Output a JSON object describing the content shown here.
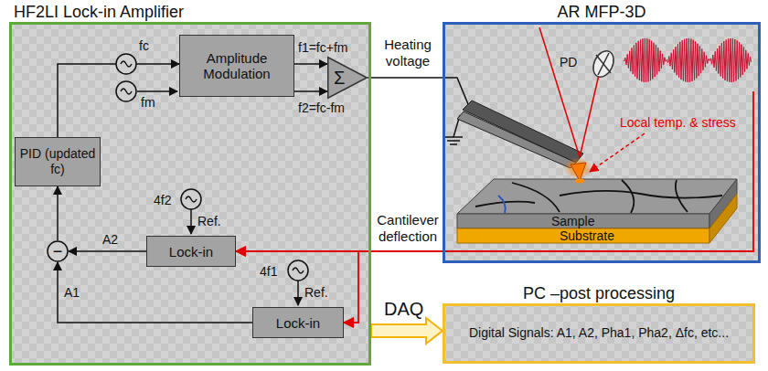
{
  "diagram": {
    "nodes": [
      {
        "text": [
          "HF2LI Lock-in Amplifier"
        ]
      },
      {
        "text": [
          "Amplitude Modulation"
        ],
        "in": 0
      },
      {
        "text": [
          "Σ"
        ],
        "in": 0
      },
      {
        "text": [
          "PID (updated fc)"
        ],
        "in": 0
      },
      {
        "text": [
          "−"
        ],
        "in": 0
      },
      {
        "text": [
          "Lock-in"
        ],
        "in": 0
      },
      {
        "text": [
          "Lock-in"
        ],
        "in": 0
      },
      {
        "text": [
          "AR MFP-3D"
        ]
      },
      {
        "text": [
          "PC –post processing",
          "Digital Signals: A1, A2, Pha1, Pha2, Δfc, etc..."
        ]
      }
    ],
    "edges": [
      {
        "from": 1,
        "to": 2,
        "label": "f1=fc+fm",
        "arrow": "to"
      },
      {
        "from": 1,
        "to": 2,
        "label": "f2=fc-fm",
        "arrow": "to"
      },
      {
        "from": 2,
        "to": 7,
        "label": "Heating voltage",
        "arrow": "none"
      },
      {
        "from": 7,
        "to": 5,
        "label": "Cantilever deflection",
        "arrow": "to"
      },
      {
        "from": 7,
        "to": 6,
        "arrow": "to"
      },
      {
        "from": 5,
        "to": 4,
        "label": "A2",
        "arrow": "to"
      },
      {
        "from": 6,
        "to": 4,
        "label": "A1",
        "arrow": "to"
      },
      {
        "from": 4,
        "to": 3,
        "arrow": "to"
      },
      {
        "from": 3,
        "to": 1,
        "arrow": "to"
      },
      {
        "from": 0,
        "to": 8,
        "label": "DAQ",
        "arrow": "to"
      }
    ],
    "labels": [
      "fc",
      "fm",
      "4f2",
      "Ref.",
      "4f1",
      "Ref.",
      "PD",
      "Local temp. & stress",
      "Sample",
      "Substrate"
    ]
  }
}
